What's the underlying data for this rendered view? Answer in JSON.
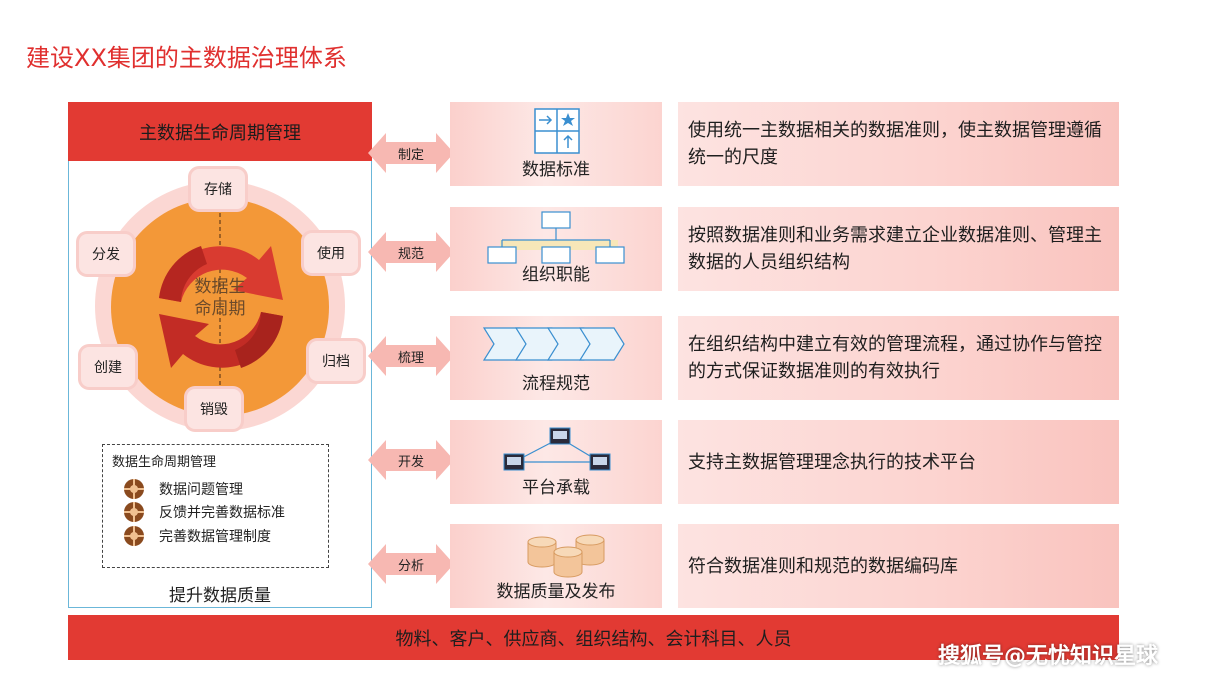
{
  "title": "建设XX集团的主数据治理体系",
  "left_panel": {
    "header": "主数据生命周期管理",
    "cycle_center": "数据生\n命周期",
    "stages": [
      "存储",
      "使用",
      "归档",
      "销毁",
      "创建",
      "分发"
    ],
    "management_box": {
      "title": "数据生命周期管理",
      "items": [
        "数据问题管理",
        "反馈并完善数据标准",
        "完善数据管理制度"
      ]
    },
    "footer": "提升数据质量"
  },
  "rows": [
    {
      "arrow": "制定",
      "name": "数据标准",
      "icon": "grid-star-icon",
      "desc": "使用统一主数据相关的数据准则，使主数据管理遵循统一的尺度"
    },
    {
      "arrow": "规范",
      "name": "组织职能",
      "icon": "org-chart-icon",
      "desc": "按照数据准则和业务需求建立企业数据准则、管理主数据的人员组织结构"
    },
    {
      "arrow": "梳理",
      "name": "流程规范",
      "icon": "process-chevron-icon",
      "desc": "在组织结构中建立有效的管理流程，通过协作与管控的方式保证数据准则的有效执行"
    },
    {
      "arrow": "开发",
      "name": "平台承载",
      "icon": "network-icon",
      "desc": "支持主数据管理理念执行的技术平台"
    },
    {
      "arrow": "分析",
      "name": "数据质量及发布",
      "icon": "database-cylinders-icon",
      "desc": "符合数据准则和规范的数据编码库"
    }
  ],
  "bottom_bar": "物料、客户、供应商、组织结构、会计科目、人员",
  "watermark": "搜狐号@无忧知识星球",
  "colors": {
    "accent_red": "#e23a33",
    "title_red": "#e0302f",
    "ring_pink": "#fbd7d3",
    "disc_orange": "#f39838",
    "arrow_dark_red": "#c8312c"
  }
}
